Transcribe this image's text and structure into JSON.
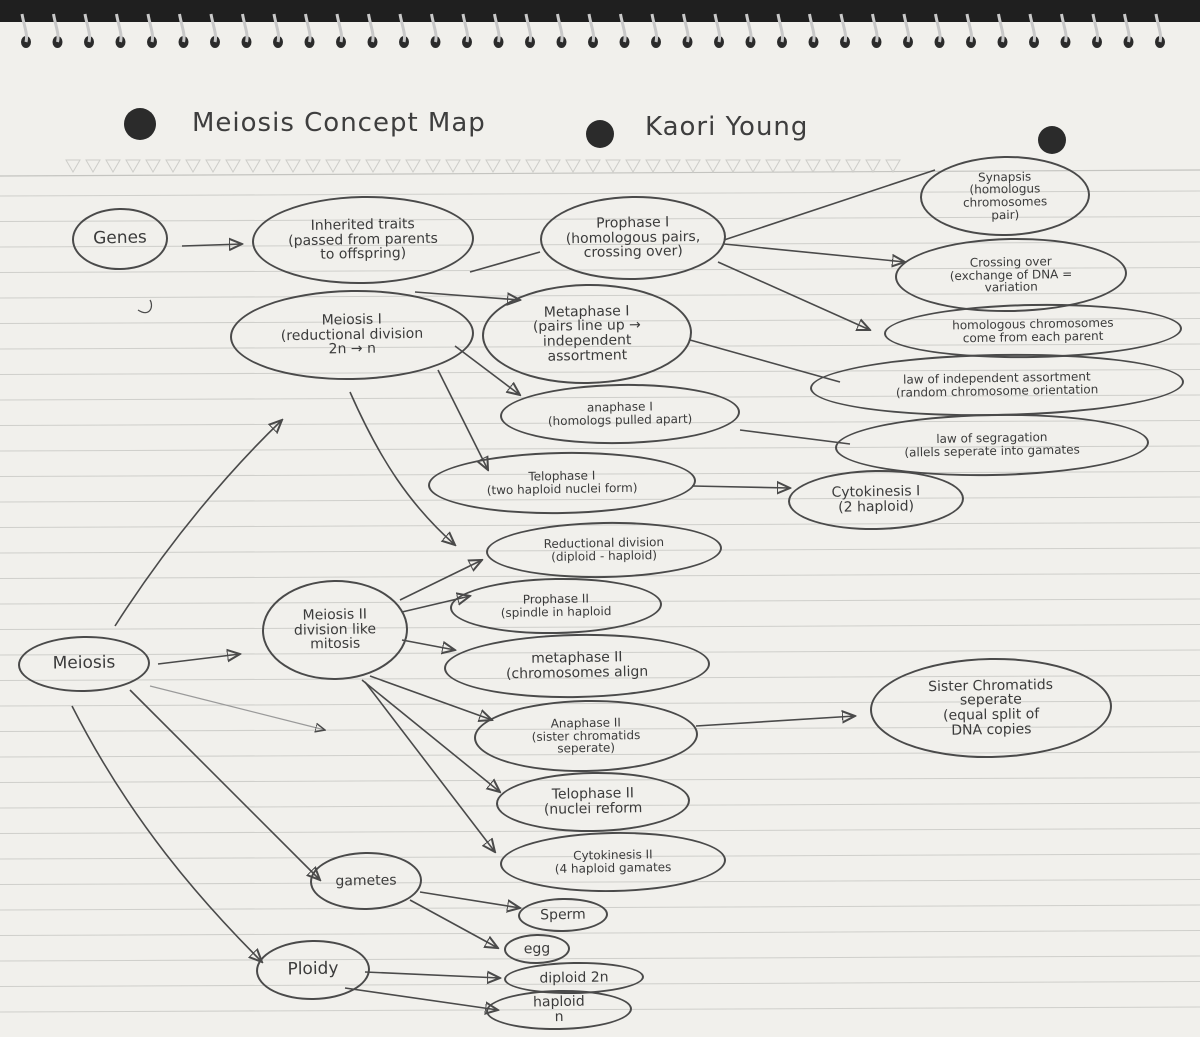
{
  "header": {
    "title": "Meiosis Concept Map",
    "author": "Kaori Young"
  },
  "nodes": {
    "genes": {
      "l1": "Genes"
    },
    "inherited": {
      "l1": "Inherited traits",
      "l2": "(passed from parents",
      "l3": "to offspring)"
    },
    "meiosis1": {
      "l1": "Meiosis I",
      "l2": "(reductional division",
      "l3": "2n → n"
    },
    "prophase1": {
      "l1": "Prophase I",
      "l2": "(homologous pairs,",
      "l3": "crossing over)"
    },
    "metaphase1": {
      "l1": "Metaphase I",
      "l2": "(pairs line up →",
      "l3": "independent",
      "l4": "assortment"
    },
    "anaphase1": {
      "l1": "anaphase I",
      "l2": "(homologs pulled apart)"
    },
    "telophase1": {
      "l1": "Telophase I",
      "l2": "(two haploid nuclei form)"
    },
    "synapsis": {
      "l1": "Synapsis",
      "l2": "(homologus",
      "l3": "chromosomes",
      "l4": "pair)"
    },
    "crossing": {
      "l1": "Crossing over",
      "l2": "(exchange of DNA =",
      "l3": "variation"
    },
    "homologous": {
      "l1": "homologous chromosomes",
      "l2": "come from each parent"
    },
    "independent": {
      "l1": "law of independent assortment",
      "l2": "(random chromosome orientation"
    },
    "segregation": {
      "l1": "law of segragation",
      "l2": "(allels seperate into gamates"
    },
    "cytokinesis1": {
      "l1": "Cytokinesis I",
      "l2": "(2 haploid)"
    },
    "reductional": {
      "l1": "Reductional division",
      "l2": "(diploid - haploid)"
    },
    "meiosis2": {
      "l1": "Meiosis II",
      "l2": "division like",
      "l3": "mitosis"
    },
    "prophase2": {
      "l1": "Prophase II",
      "l2": "(spindle in haploid"
    },
    "metaphase2": {
      "l1": "metaphase II",
      "l2": "(chromosomes align"
    },
    "anaphase2": {
      "l1": "Anaphase II",
      "l2": "(sister chromatids",
      "l3": "seperate)"
    },
    "telophase2": {
      "l1": "Telophase II",
      "l2": "(nuclei reform"
    },
    "cytokinesis2": {
      "l1": "Cytokinesis II",
      "l2": "(4 haploid gamates"
    },
    "sister": {
      "l1": "Sister Chromatids",
      "l2": "seperate",
      "l3": "(equal split of",
      "l4": "DNA copies"
    },
    "meiosis": {
      "l1": "Meiosis"
    },
    "gametes": {
      "l1": "gametes"
    },
    "sperm": {
      "l1": "Sperm"
    },
    "egg": {
      "l1": "egg"
    },
    "ploidy": {
      "l1": "Ploidy"
    },
    "diploid": {
      "l1": "diploid 2n"
    },
    "haploid": {
      "l1": "haploid",
      "l2": "n"
    }
  },
  "colors": {
    "paper": "#f1f0ec",
    "ink": "#3b3b3b",
    "rule": "#c9c9c6"
  }
}
